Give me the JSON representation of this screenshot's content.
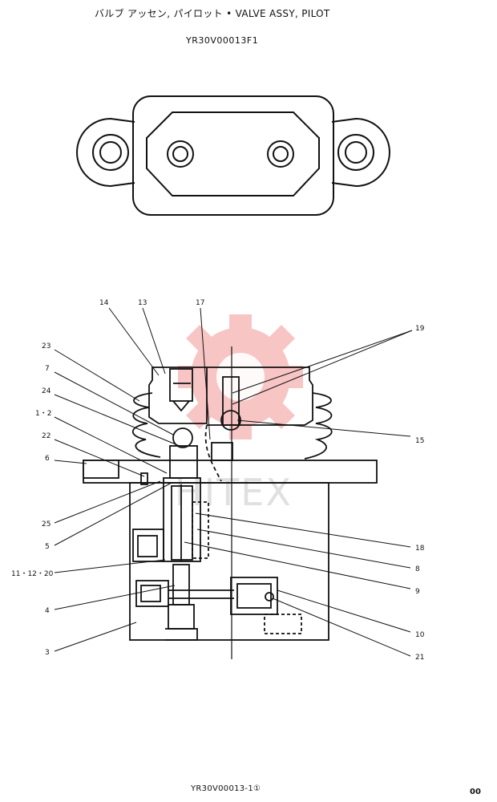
{
  "header": {
    "title_jp": "バルブ アッセン, パイロット",
    "title_en": "VALVE ASSY, PILOT",
    "drawing_number": "YR30V00013F1"
  },
  "footer": {
    "figure_code": "YR30V00013-1①",
    "page_number": "00"
  },
  "watermark": {
    "text": "HITEX",
    "color": "#f08080"
  },
  "callouts": {
    "c14": "14",
    "c13": "13",
    "c17": "17",
    "c19": "19",
    "c23": "23",
    "c7": "7",
    "c24": "24",
    "c1_2": "1・2",
    "c15": "15",
    "c22": "22",
    "c6": "6",
    "c25": "25",
    "c5": "5",
    "c18": "18",
    "c8": "8",
    "c11_12_20": "11・12・20",
    "c9": "9",
    "c4": "4",
    "c10": "10",
    "c3": "3",
    "c21": "21"
  }
}
